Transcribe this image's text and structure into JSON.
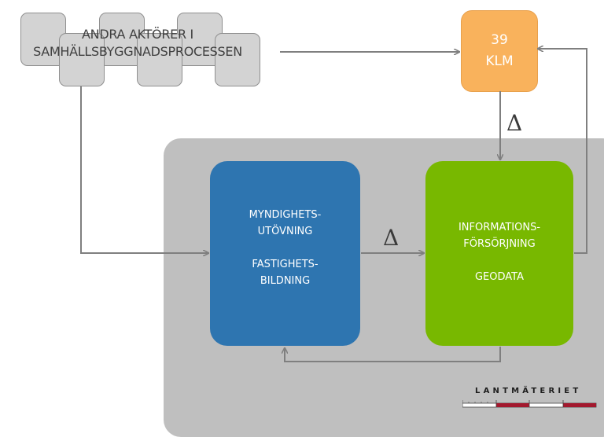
{
  "actors": {
    "label_line1": "ANDRA AKTÖRER I",
    "label_line2": "SAMHÄLLSBYGGNADSPROCESSEN"
  },
  "klm": {
    "line1": "39",
    "line2": "KLM"
  },
  "myndighet": {
    "line1": "MYNDIGHETS-",
    "line2": "UTÖVNING",
    "line3": "FASTIGHETS-",
    "line4": "BILDNING"
  },
  "information": {
    "line1": "INFORMATIONS-",
    "line2": "FÖRSÖRJNING",
    "line3": "GEODATA"
  },
  "delta_symbols": [
    "Δ",
    "Δ"
  ],
  "logo": {
    "text": "LANTMÄTERIET"
  },
  "colors": {
    "klm_orange": "#f9b25c",
    "blue": "#2e75b0",
    "green": "#78b800",
    "gray_area": "#bfbfbf",
    "arrow": "#7f7f7f",
    "logo_red": "#a3192e"
  }
}
